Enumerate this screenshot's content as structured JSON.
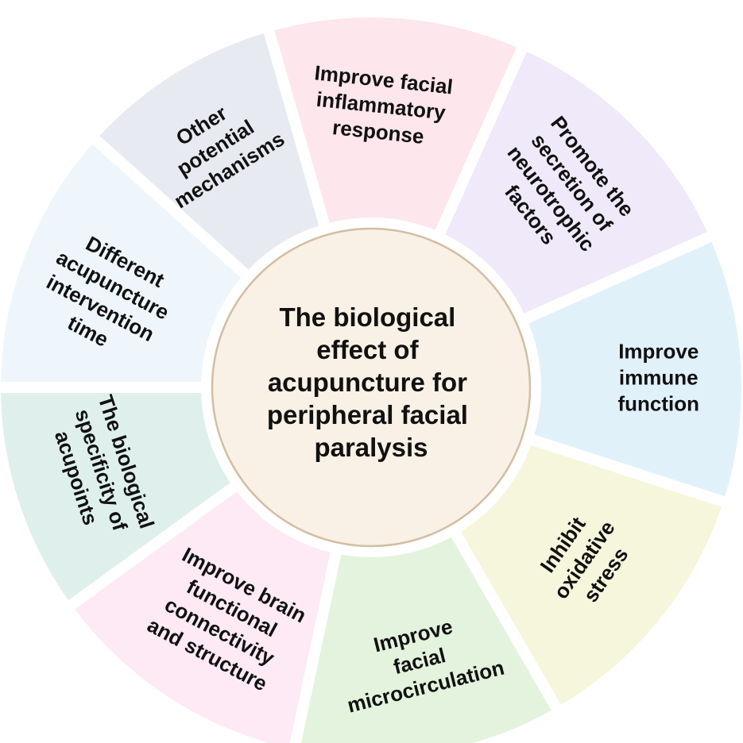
{
  "center": {
    "lines": [
      "The biological",
      "effect of",
      "acupuncture for",
      "peripheral facial",
      "paralysis"
    ],
    "fill": "#f9f1e6",
    "stroke": "#d2bea2"
  },
  "segments": [
    {
      "id": "inflammatory",
      "color": "#fde6ec",
      "lines": [
        "Improve facial",
        "inflammatory",
        "response"
      ]
    },
    {
      "id": "neurotrophic",
      "color": "#efe9fa",
      "lines": [
        "Promote the",
        "secretion of",
        "neurotrophic",
        "factors"
      ]
    },
    {
      "id": "immune",
      "color": "#e1f1fa",
      "lines": [
        "Improve",
        "immune",
        "function"
      ]
    },
    {
      "id": "oxidative",
      "color": "#f6f6dc",
      "lines": [
        "Inhibit",
        "oxidative",
        "stress"
      ]
    },
    {
      "id": "microcirculation",
      "color": "#e4f3de",
      "lines": [
        "Improve",
        "facial",
        "microcirculation"
      ]
    },
    {
      "id": "brain",
      "color": "#fdeaf4",
      "lines": [
        "Improve brain",
        "functional",
        "connectivity",
        "and structure"
      ]
    },
    {
      "id": "acupoints",
      "color": "#dff0ec",
      "lines": [
        "The biological",
        "specificity  of",
        "acupoints"
      ]
    },
    {
      "id": "intervention-time",
      "color": "#eff6fb",
      "lines": [
        "Different",
        "acupuncture",
        "intervention",
        "time"
      ]
    },
    {
      "id": "other",
      "color": "#e8eaf2",
      "lines": [
        "Other",
        "potential",
        "mechanisms"
      ]
    }
  ]
}
